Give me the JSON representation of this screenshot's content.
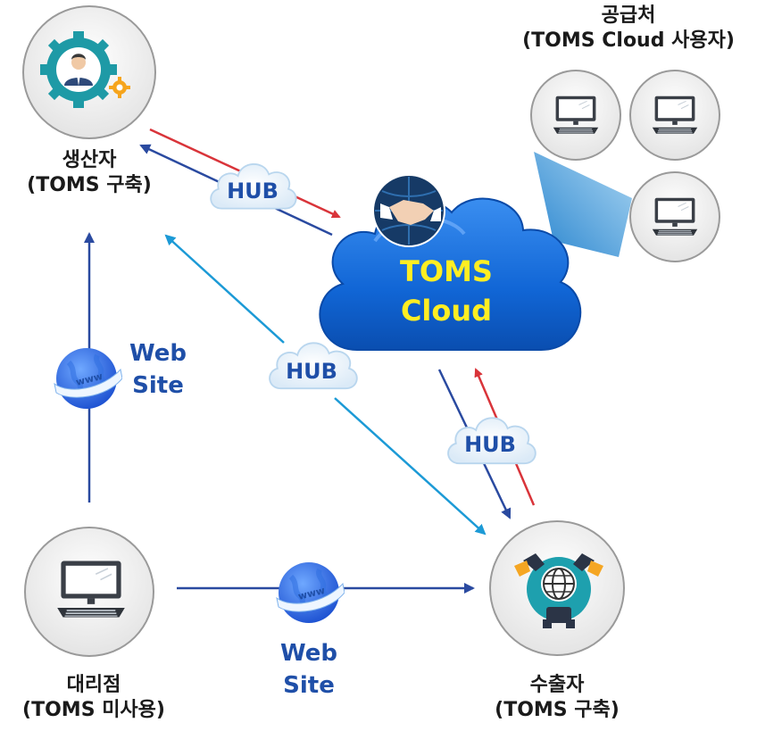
{
  "nodes": {
    "producer": {
      "title": "생산자",
      "subtitle": "(TOMS 구축)"
    },
    "supplier": {
      "title": "공급처",
      "subtitle": "(TOMS Cloud 사용자)"
    },
    "dealer": {
      "title": "대리점",
      "subtitle": "(TOMS 미사용)"
    },
    "exporter": {
      "title": "수출자",
      "subtitle": "(TOMS 구축)"
    }
  },
  "cloud": {
    "line1": "TOMS",
    "line2": "Cloud"
  },
  "hubs": {
    "label": "HUB"
  },
  "web_site": {
    "line1": "Web",
    "line2": "Site",
    "globe_text": "www"
  },
  "colors": {
    "red_arrow": "#d9343a",
    "navy_arrow": "#2a4aa0",
    "light_arrow": "#1c9ad6",
    "cloud_text": "#ffee22",
    "web_text": "#1f4fa8"
  },
  "icons": [
    "gear-person-icon",
    "monitor-icon",
    "handshake-globe-icon",
    "robot-globe-icon",
    "www-globe-icon",
    "hub-cloud-icon"
  ]
}
